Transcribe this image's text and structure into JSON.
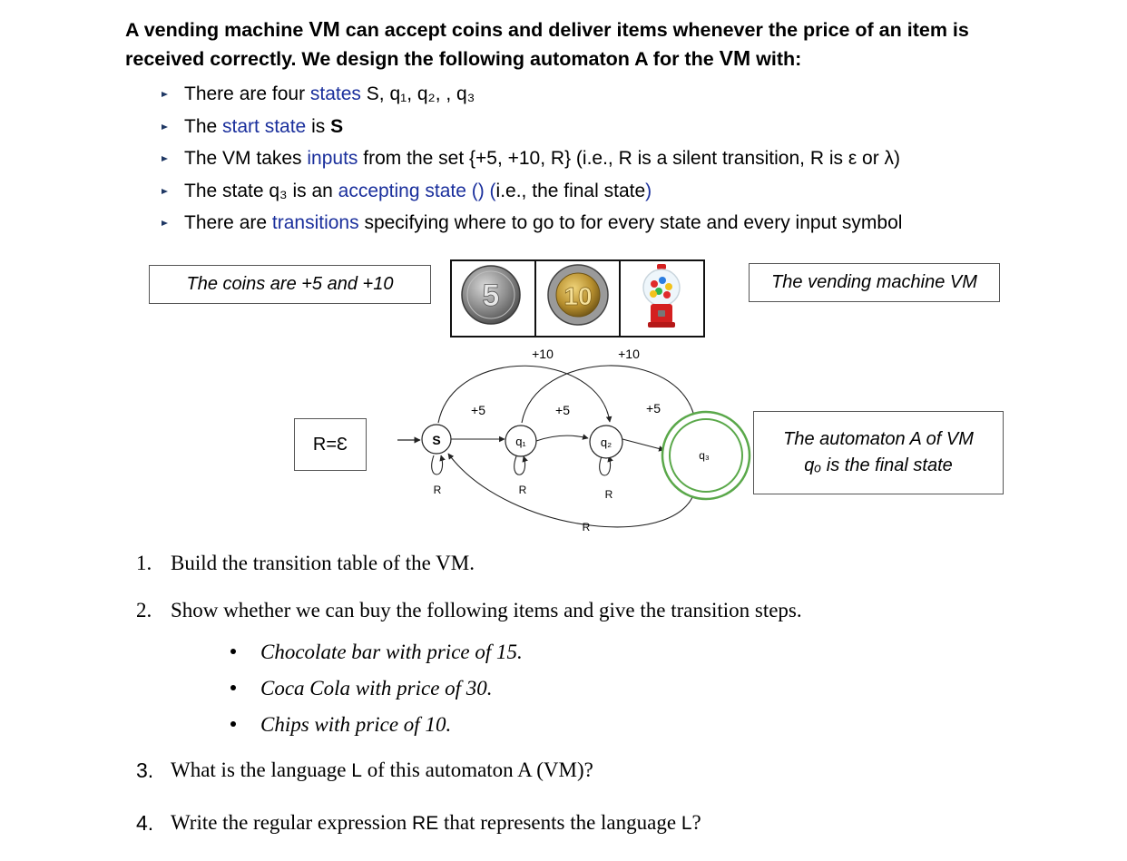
{
  "intro": {
    "line1_a": "A vending machine ",
    "line1_vm": "VM",
    "line1_b": " can accept coins and deliver items whenever the price of an item is",
    "line2_a": "received correctly. We design the following automaton A for the ",
    "line2_vm": "VM",
    "line2_b": " with:"
  },
  "bullets": [
    {
      "pre": "There are four ",
      "term": "states",
      "post": " S, q₁, q₂, , q₃"
    },
    {
      "pre": "The ",
      "term": "start state",
      "post": " is ",
      "bold": "S"
    },
    {
      "pre": "The VM takes ",
      "term": "inputs",
      "post": " from the set {+5, +10, R} (i.e., R is a silent transition, R is ε or λ)"
    },
    {
      "pre": "The state q₃ is an ",
      "term": "accepting state () (",
      "post": "i.e., the final state",
      "tail": ")"
    },
    {
      "pre": "There are ",
      "term": "transitions",
      "post": " specifying where to go to for every state and every input symbol"
    }
  ],
  "boxes": {
    "coins": "The coins are +5 and +10",
    "machine": "The vending machine VM",
    "r_def": "R=Ɛ",
    "automaton_line1": "The automaton A of VM",
    "automaton_line2": "qₒ is the final state"
  },
  "coin_images": {
    "coin5_face": "5",
    "coin10_face": "10",
    "gumball_colors": [
      "#e02b2b",
      "#2b7de0",
      "#f2c21b",
      "#31b44a",
      "#ffffff"
    ]
  },
  "automaton": {
    "states": [
      "S",
      "q₁",
      "q₂",
      "q₃"
    ],
    "start_state": "S",
    "accepting_state": "q₃",
    "accepting_color": "#5aa84a",
    "labels": {
      "plus5": "+5",
      "plus10": "+10",
      "r": "R"
    }
  },
  "questions": [
    {
      "num": "1.",
      "a": "Build the transition table of the VM."
    },
    {
      "num": "2.",
      "a": "Show whether we can buy the following items and give the transition steps."
    },
    {
      "num": "3.",
      "a": "What is the language ",
      "sym": "L",
      "b": " of this automaton A (VM)?"
    },
    {
      "num": "4.",
      "a": "Write the regular expression ",
      "sym": "RE",
      "b": " that represents the language ",
      "sym2": "L",
      "c": "?"
    }
  ],
  "items": [
    "Chocolate bar with price of 15.",
    "Coca Cola with price of 30.",
    "Chips with price of 10."
  ]
}
